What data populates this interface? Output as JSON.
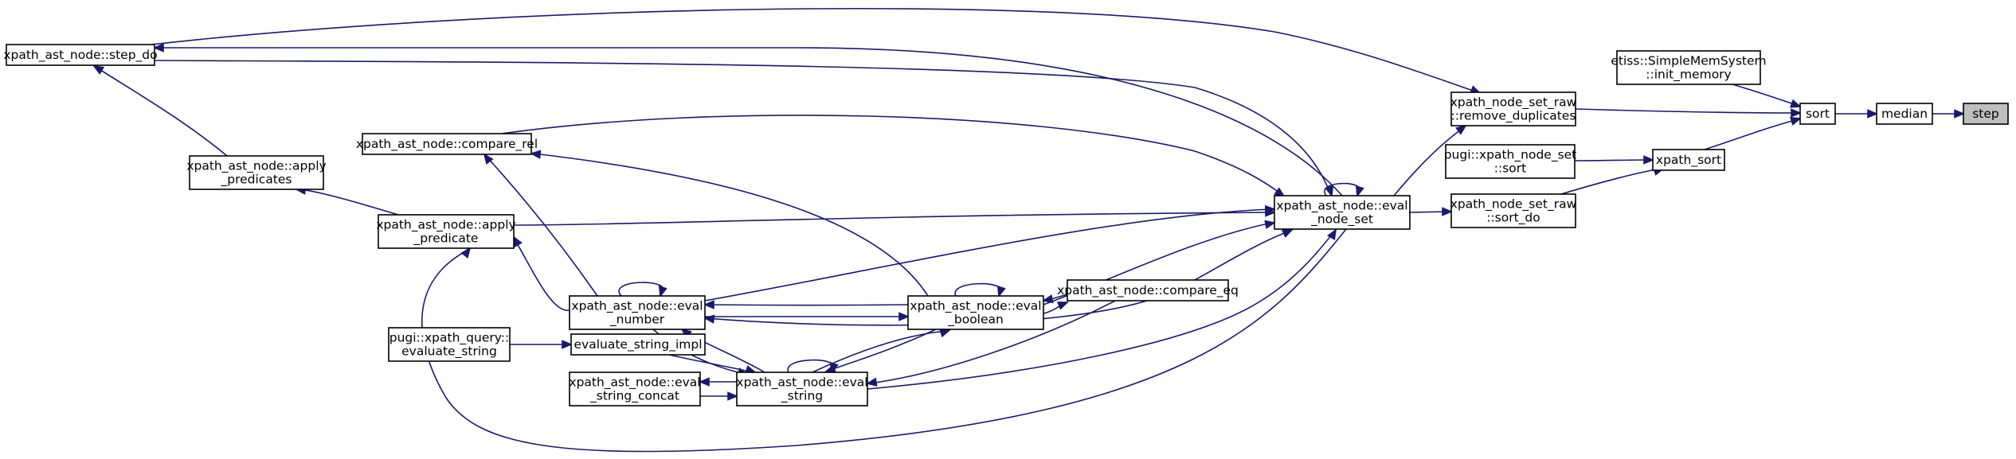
{
  "colors": {
    "edge": "#191970",
    "node_border": "#000000",
    "highlight_fill": "#bfbfbf"
  },
  "nodes": [
    {
      "id": "step",
      "lines": [
        "step"
      ],
      "highlight": true
    },
    {
      "id": "median",
      "lines": [
        "median"
      ]
    },
    {
      "id": "sort",
      "lines": [
        "sort"
      ]
    },
    {
      "id": "init_memory",
      "lines": [
        "etiss::SimpleMemSystem",
        "::init_memory"
      ]
    },
    {
      "id": "xpath_sort",
      "lines": [
        "xpath_sort"
      ]
    },
    {
      "id": "remove_duplicates",
      "lines": [
        "xpath_node_set_raw",
        "::remove_duplicates"
      ]
    },
    {
      "id": "pugi_sort",
      "lines": [
        "pugi::xpath_node_set",
        "::sort"
      ]
    },
    {
      "id": "sort_do",
      "lines": [
        "xpath_node_set_raw",
        "::sort_do"
      ]
    },
    {
      "id": "eval_node_set",
      "lines": [
        "xpath_ast_node::eval",
        "_node_set"
      ]
    },
    {
      "id": "step_do",
      "lines": [
        "xpath_ast_node::step_do"
      ]
    },
    {
      "id": "compare_rel",
      "lines": [
        "xpath_ast_node::compare_rel"
      ]
    },
    {
      "id": "apply_predicates",
      "lines": [
        "xpath_ast_node::apply",
        "_predicates"
      ]
    },
    {
      "id": "apply_predicate",
      "lines": [
        "xpath_ast_node::apply",
        "_predicate"
      ]
    },
    {
      "id": "eval_number",
      "lines": [
        "xpath_ast_node::eval",
        "_number"
      ]
    },
    {
      "id": "eval_boolean",
      "lines": [
        "xpath_ast_node::eval",
        "_boolean"
      ]
    },
    {
      "id": "compare_eq",
      "lines": [
        "xpath_ast_node::compare_eq"
      ]
    },
    {
      "id": "evaluate_string",
      "lines": [
        "pugi::xpath_query::",
        "evaluate_string"
      ]
    },
    {
      "id": "evaluate_string_impl",
      "lines": [
        "evaluate_string_impl"
      ]
    },
    {
      "id": "eval_string",
      "lines": [
        "xpath_ast_node::eval",
        "_string"
      ]
    },
    {
      "id": "eval_string_concat",
      "lines": [
        "xpath_ast_node::eval",
        "_string_concat"
      ]
    }
  ],
  "edges": [
    {
      "from": "median",
      "to": "step"
    },
    {
      "from": "sort",
      "to": "median"
    },
    {
      "from": "init_memory",
      "to": "sort"
    },
    {
      "from": "xpath_sort",
      "to": "sort"
    },
    {
      "from": "remove_duplicates",
      "to": "sort"
    },
    {
      "from": "pugi_sort",
      "to": "xpath_sort"
    },
    {
      "from": "sort_do",
      "to": "xpath_sort"
    },
    {
      "from": "eval_node_set",
      "to": "remove_duplicates"
    },
    {
      "from": "step_do",
      "to": "remove_duplicates"
    },
    {
      "from": "eval_node_set",
      "to": "sort_do"
    },
    {
      "from": "eval_node_set",
      "to": "step_do"
    },
    {
      "from": "eval_node_set",
      "to": "eval_node_set"
    },
    {
      "from": "step_do",
      "to": "eval_node_set"
    },
    {
      "from": "compare_rel",
      "to": "eval_node_set"
    },
    {
      "from": "apply_predicate",
      "to": "eval_node_set"
    },
    {
      "from": "eval_number",
      "to": "eval_node_set"
    },
    {
      "from": "eval_boolean",
      "to": "eval_node_set"
    },
    {
      "from": "compare_eq",
      "to": "eval_node_set"
    },
    {
      "from": "eval_string",
      "to": "eval_node_set"
    },
    {
      "from": "apply_predicates",
      "to": "step_do"
    },
    {
      "from": "apply_predicate",
      "to": "apply_predicates"
    },
    {
      "from": "eval_node_set",
      "to": "apply_predicate"
    },
    {
      "from": "eval_number",
      "to": "apply_predicate"
    },
    {
      "from": "eval_number",
      "to": "compare_rel"
    },
    {
      "from": "eval_boolean",
      "to": "compare_rel"
    },
    {
      "from": "eval_number",
      "to": "eval_number"
    },
    {
      "from": "eval_boolean",
      "to": "eval_number"
    },
    {
      "from": "compare_eq",
      "to": "eval_number"
    },
    {
      "from": "eval_string",
      "to": "eval_number"
    },
    {
      "from": "eval_number",
      "to": "eval_boolean"
    },
    {
      "from": "eval_boolean",
      "to": "eval_boolean"
    },
    {
      "from": "compare_eq",
      "to": "eval_boolean"
    },
    {
      "from": "eval_string",
      "to": "eval_boolean"
    },
    {
      "from": "eval_boolean",
      "to": "compare_eq"
    },
    {
      "from": "evaluate_string",
      "to": "evaluate_string_impl"
    },
    {
      "from": "evaluate_string_impl",
      "to": "eval_string"
    },
    {
      "from": "eval_string",
      "to": "eval_string"
    },
    {
      "from": "eval_number",
      "to": "eval_string"
    },
    {
      "from": "eval_boolean",
      "to": "eval_string"
    },
    {
      "from": "compare_eq",
      "to": "eval_string"
    },
    {
      "from": "eval_string",
      "to": "eval_string_concat"
    },
    {
      "from": "eval_string_concat",
      "to": "eval_string"
    }
  ]
}
